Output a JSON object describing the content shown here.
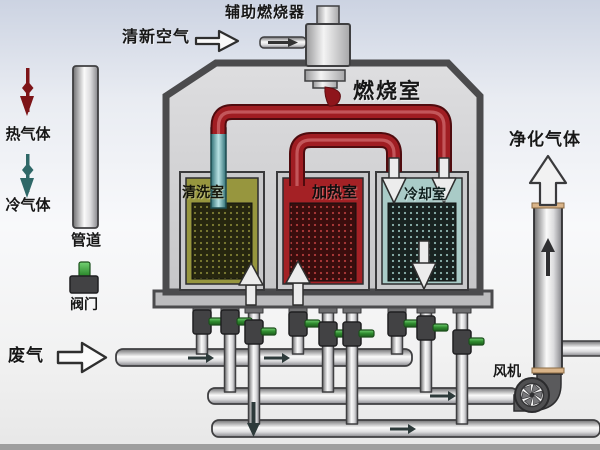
{
  "burner": {
    "label": "辅助燃烧器"
  },
  "fresh_air": {
    "label": "清新空气"
  },
  "combustion": {
    "label": "燃烧室"
  },
  "chambers": [
    {
      "label": "清洗室",
      "fill": "#97963e",
      "media_bg": "#26260f",
      "media_dot": "#7f7f34"
    },
    {
      "label": "加热室",
      "fill": "#a42125",
      "media_bg": "#3a0d0d",
      "media_dot": "#b03a3a"
    },
    {
      "label": "冷却室",
      "fill": "#a9cbc7",
      "media_bg": "#182220",
      "media_dot": "#8fb5b0"
    }
  ],
  "legend": {
    "items": [
      {
        "id": "hot-gas",
        "label": "热气体",
        "arrow_color": "#7d1418"
      },
      {
        "id": "cold-gas",
        "label": "冷气体",
        "arrow_color": "#2f6868"
      },
      {
        "id": "pipe",
        "label": "管道"
      },
      {
        "id": "valve",
        "label": "阀门",
        "handle_color": "#3fa23f"
      }
    ]
  },
  "waste_gas": {
    "label": "废气"
  },
  "purified_gas": {
    "label": "净化气体"
  },
  "fan": {
    "label": "风机"
  },
  "pipes": {
    "hot_color": "#a01d22",
    "hot_outline": "#4f0b0e",
    "cold_color": "#5aacb4"
  }
}
